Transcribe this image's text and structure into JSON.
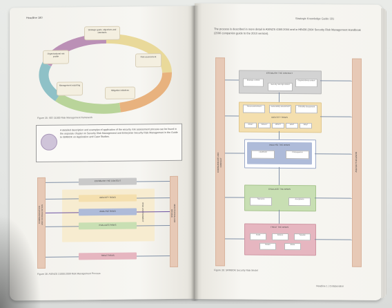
{
  "left_page": {
    "header": "Headline 180",
    "figure1_caption": "Figure 35: ISO 31000 Risk Management framework",
    "cycle_steps": [
      "Strategic goals, objectives and standards",
      "Risk assessment",
      "Mitigation initiatives",
      "Management reporting",
      "Organisational risk profile"
    ],
    "note_text": "A detailed description and examples of application of the security risk assessment process can be found in the separate chapter on Security Risk Management and Enterprise Security Risk Management in the Guide to ISMBOK on Application and Case Studies.",
    "diagram": {
      "top": "ESTABLISH THE CONTEXT",
      "left_bar": "COMMUNICATION AND CONSULTATION",
      "right_bar": "MONITORING AND REVIEW",
      "center_bands": [
        "IDENTIFY RISKS",
        "ANALYSE RISKS",
        "EVALUATE RISKS"
      ],
      "center_side": "RISK ASSESSMENT",
      "bottom": "TREAT RISKS"
    },
    "figure2_caption": "Figure 36: AS/NZS 31000:2009 Risk Management Process"
  },
  "right_page": {
    "header": "Strategic Knowledge Guide 181",
    "intro_text": "The process is described in more detail in AS/NZS 4360:2004 and in HB436:2004 Security Risk Management Handbook (2006 companion guide to the 2010 version).",
    "diagram": {
      "context": {
        "title": "ESTABLISH THE CONTEXT",
        "boxes": [
          "Strategic context",
          "Organisational context",
          "Security risk mgt context"
        ]
      },
      "identify": {
        "top_boxes": [
          "Threat assessment",
          "Vulnerability assessment",
          "Criticality assessment"
        ],
        "title": "IDENTIFY RISKS",
        "items": [
          "What?",
          "Where?",
          "When?",
          "How?",
          "Why?"
        ]
      },
      "analyse": {
        "title": "ANALYSE THE RISKS",
        "boxes": [
          "Likelihood",
          "Consequence"
        ]
      },
      "evaluate": {
        "title": "EVALUATE THE RISKS",
        "boxes": [
          "Tolerance",
          "Acceptance"
        ]
      },
      "treat": {
        "title": "TREAT THE RISKS",
        "boxes": [
          "Avoid",
          "Reduce",
          "Transfer",
          "Retain",
          "Share"
        ]
      },
      "left_bar": "COMMUNICATE AND CONSULT",
      "right_bar": "MONITOR & REVIEW"
    },
    "figure_caption": "Figure 39: SRMBOK Security Risk Model",
    "footer": "Headline 1 | Collaboration"
  },
  "colors": {
    "paper": "#f6f5f1",
    "bar_salmon": "#e7c9b6",
    "band_yellow": "#f4dfae",
    "band_blue": "#aebbd9",
    "band_green": "#c8dfb3",
    "band_pink": "#e6b6c0",
    "band_grey": "#c9c9c9",
    "cycle_purple": "#bb90b6",
    "cycle_yellow": "#e9d99a",
    "cycle_orange": "#e8b27e",
    "cycle_green": "#b9d49a",
    "cycle_teal": "#8fc1c7"
  }
}
